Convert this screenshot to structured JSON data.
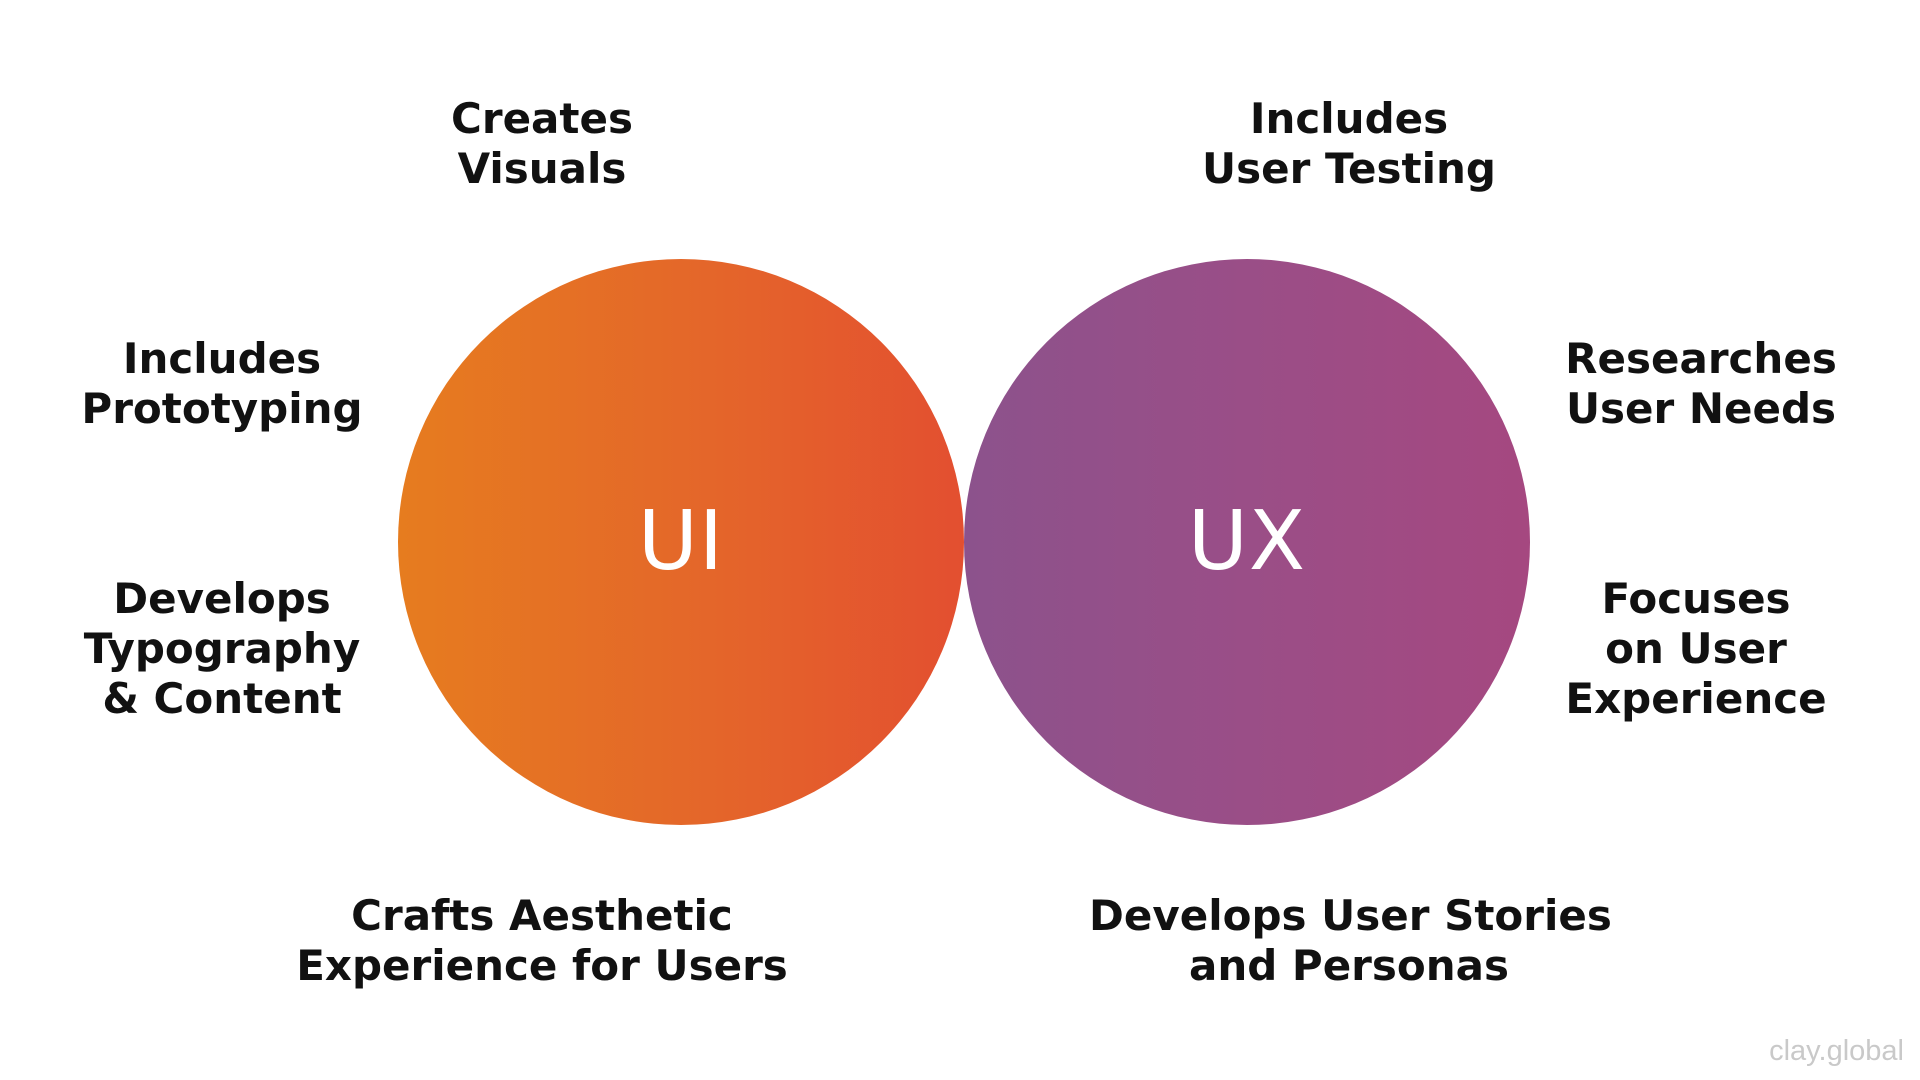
{
  "circles": {
    "ui": {
      "label": "UI",
      "gradient": [
        "#e67c1f",
        "#e34f30"
      ]
    },
    "ux": {
      "label": "UX",
      "gradient": [
        "#8c528c",
        "#a54880"
      ]
    }
  },
  "labels": {
    "creates_visuals": [
      "Creates",
      "Visuals"
    ],
    "includes_user_testing": [
      "Includes",
      "User Testing"
    ],
    "includes_prototyping": [
      "Includes",
      "Prototyping"
    ],
    "researches_user_needs": [
      "Researches",
      "User Needs"
    ],
    "develops_typography_content": [
      "Develops",
      "Typography",
      "& Content"
    ],
    "focuses_on_user_experience": [
      "Focuses",
      "on User",
      "Experience"
    ],
    "crafts_aesthetic_experience": [
      "Crafts Aesthetic",
      "Experience for Users"
    ],
    "develops_user_stories_personas": [
      "Develops User Stories",
      "and Personas"
    ]
  },
  "watermark": "clay.global",
  "colors": {
    "text": "#111111",
    "background": "#ffffff",
    "watermark": "#c9c9c9"
  }
}
